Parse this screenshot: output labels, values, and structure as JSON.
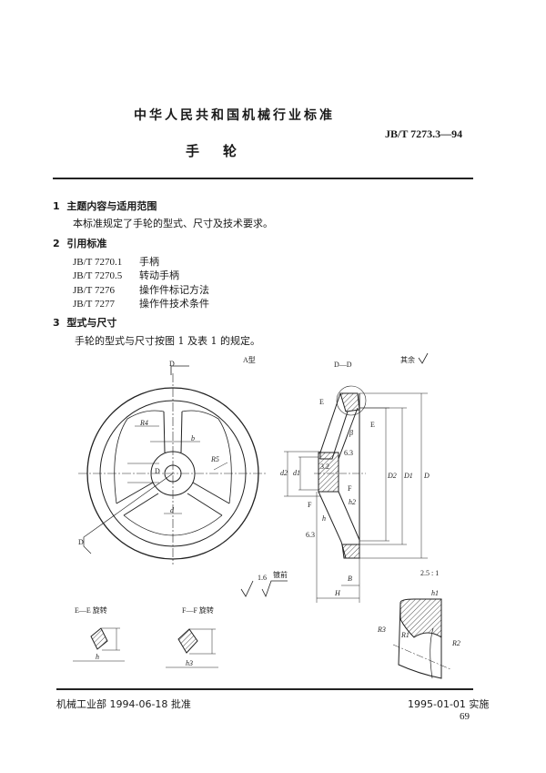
{
  "header": {
    "org": "中华人民共和国机械行业标准",
    "code": "JB/T 7273.3—94",
    "title": "手轮"
  },
  "sections": [
    {
      "num": "1",
      "heading": "主题内容与适用范围",
      "text": "本标准规定了手轮的型式、尺寸及技术要求。"
    },
    {
      "num": "2",
      "heading": "引用标准"
    },
    {
      "num": "3",
      "heading": "型式与尺寸",
      "text": "手轮的型式与尺寸按图 1 及表 1 的规定。"
    }
  ],
  "references": [
    {
      "code": "JB/T 7270.1",
      "name": "手柄"
    },
    {
      "code": "JB/T 7270.5",
      "name": "转动手柄"
    },
    {
      "code": "JB/T 7276",
      "name": "操作件标记方法"
    },
    {
      "code": "JB/T 7277",
      "name": "操作件技术条件"
    }
  ],
  "drawing": {
    "type_label": "A型",
    "rest_label": "其余",
    "section_dd": "D—D",
    "cut_d": "D",
    "cut_e": "E",
    "cut_f": "F",
    "r4": "R4",
    "r5": "R5",
    "r1": "R1",
    "r2": "R2",
    "r3": "R3",
    "b": "b",
    "d": "d",
    "d1": "d1",
    "d2": "d2",
    "D": "D",
    "D1": "D1",
    "D2": "D2",
    "B": "B",
    "H": "H",
    "h": "h",
    "h1": "h1",
    "h2": "h2",
    "h3": "h3",
    "beta": "β",
    "rough_63": "6.3",
    "rough_32": "3.2",
    "rough_16": "1.6",
    "plated": "镀前",
    "scale": "2.5 : 1",
    "ee_label": "E—E 旋转",
    "ff_label": "F—F 旋转"
  },
  "footer": {
    "approved": "机械工业部 1994-06-18 批准",
    "effective": "1995-01-01 实施",
    "page": "69"
  }
}
